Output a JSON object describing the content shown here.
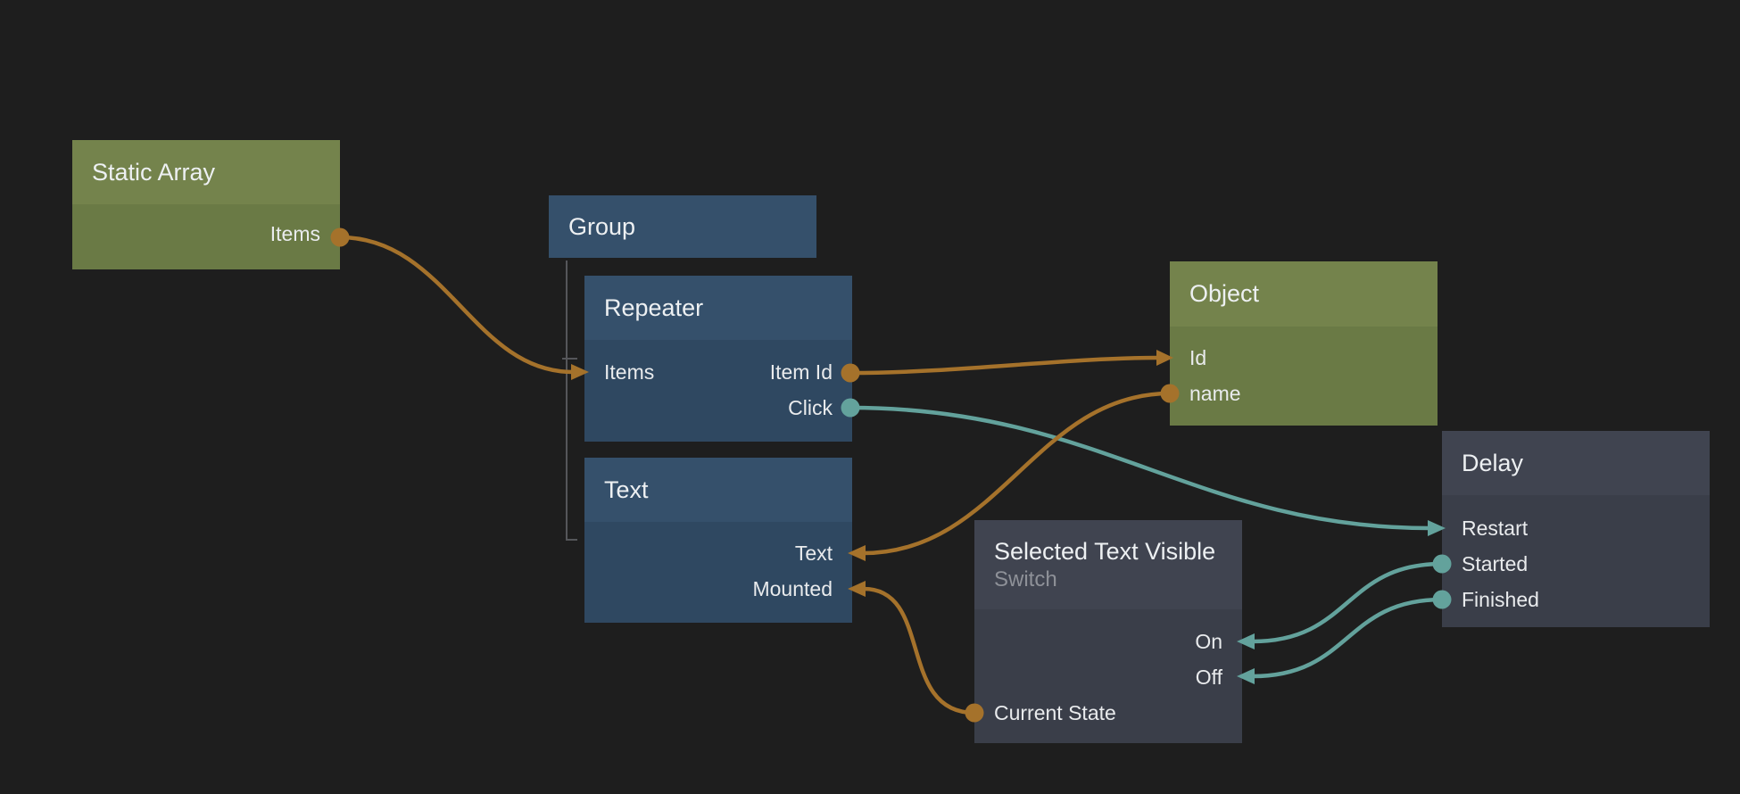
{
  "theme": {
    "canvas-bg": "#1e1e1e",
    "green-header": "#74834c",
    "green-body": "#6a7a45",
    "blue-header": "#35506b",
    "blue-body": "#2f4861",
    "dark-header": "#404450",
    "dark-body": "#3a3e49",
    "wire-orange": "#a5722b",
    "wire-teal": "#63a29c",
    "group-line": "#55565a",
    "title-color": "#edf0f2",
    "subtitle-color": "#8e9198",
    "port-color": "#e9ebed"
  },
  "nodes": {
    "static_array": {
      "title": "Static Array",
      "ports": {
        "items": "Items"
      }
    },
    "group": {
      "title": "Group"
    },
    "repeater": {
      "title": "Repeater",
      "ports": {
        "items": "Items",
        "item_id": "Item Id",
        "click": "Click"
      }
    },
    "text": {
      "title": "Text",
      "ports": {
        "text": "Text",
        "mounted": "Mounted"
      }
    },
    "object": {
      "title": "Object",
      "ports": {
        "id": "Id",
        "name": "name"
      }
    },
    "delay": {
      "title": "Delay",
      "ports": {
        "restart": "Restart",
        "started": "Started",
        "finished": "Finished"
      }
    },
    "switch": {
      "title": "Selected Text Visible",
      "subtitle": "Switch",
      "ports": {
        "on": "On",
        "off": "Off",
        "current_state": "Current State"
      }
    }
  },
  "connections": [
    {
      "from": "Static Array.Items",
      "to": "Repeater.Items",
      "color": "orange"
    },
    {
      "from": "Repeater.Item Id",
      "to": "Object.Id",
      "color": "orange"
    },
    {
      "from": "Repeater.Click",
      "to": "Delay.Restart",
      "color": "teal"
    },
    {
      "from": "Object.name",
      "to": "Text.Text",
      "color": "orange"
    },
    {
      "from": "Delay.Started",
      "to": "Selected Text Visible.On",
      "color": "teal"
    },
    {
      "from": "Delay.Finished",
      "to": "Selected Text Visible.Off",
      "color": "teal"
    },
    {
      "from": "Selected Text Visible.Current State",
      "to": "Text.Mounted",
      "color": "orange"
    }
  ],
  "hierarchy": {
    "parent": "Group",
    "children": [
      "Repeater",
      "Text"
    ]
  }
}
